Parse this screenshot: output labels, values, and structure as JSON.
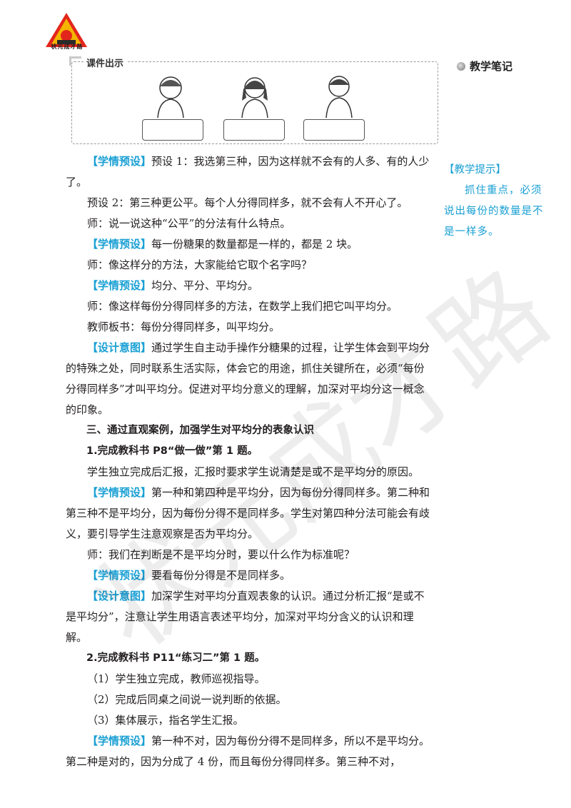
{
  "logo": {
    "text": "状元成才路"
  },
  "courseware": {
    "label": "课件出示"
  },
  "sidebar": {
    "notes_title": "教学笔记",
    "tip_title": "【教学提示】",
    "tip_body": "抓住重点，必须说出每份的数量是不是一样多。"
  },
  "watermark": "状元成才路",
  "paragraphs": [
    {
      "tag": "【学情预设】",
      "text": "预设 1：我选第三种，因为这样就不会有的人多、有的人少了。"
    },
    {
      "tag": "",
      "text": "预设 2：第三种更公平。每个人分得同样多，就不会有人不开心了。"
    },
    {
      "tag": "",
      "text": "师：说一说这种“公平”的分法有什么特点。"
    },
    {
      "tag": "【学情预设】",
      "text": "每一份糖果的数量都是一样的，都是 2 块。"
    },
    {
      "tag": "",
      "text": "师：像这样分的方法，大家能给它取个名字吗？"
    },
    {
      "tag": "【学情预设】",
      "text": "均分、平分、平均分。"
    },
    {
      "tag": "",
      "text": "师：像这样每份分得同样多的方法，在数学上我们把它叫平均分。"
    },
    {
      "tag": "",
      "text": "教师板书：每份分得同样多，叫平均分。"
    },
    {
      "tag": "【设计意图】",
      "text": "通过学生自主动手操作分糖果的过程，让学生体会到平均分的特殊之处，同时联系生活实际，体会它的用途，抓住关键所在，必须“每份分得同样多”才叫平均分。促进对平均分意义的理解，加深对平均分这一概念的印象。"
    },
    {
      "heading": "三、通过直观案例，加强学生对平均分的表象认识"
    },
    {
      "heading": "1.完成教科书 P8“做一做”第 1 题。"
    },
    {
      "tag": "",
      "text": "学生独立完成后汇报，汇报时要求学生说清楚是或不是平均分的原因。"
    },
    {
      "tag": "【学情预设】",
      "text": "第一种和第四种是平均分，因为每份分得同样多。第二种和第三种不是平均分，因为每份分得不是同样多。学生对第四种分法可能会有歧义，要引导学生注意观察是否为平均分。"
    },
    {
      "tag": "",
      "text": "师：我们在判断是不是平均分时，要以什么作为标准呢？"
    },
    {
      "tag": "【学情预设】",
      "text": "要看每份分得是不是同样多。"
    },
    {
      "tag": "【设计意图】",
      "text": "加深学生对平均分直观表象的认识。通过分析汇报“是或不是平均分”，注意让学生用语言表述平均分，加深对平均分含义的认识和理解。"
    },
    {
      "heading": "2.完成教科书 P11“练习二”第 1 题。"
    },
    {
      "tag": "",
      "text": "（1）学生独立完成，教师巡视指导。"
    },
    {
      "tag": "",
      "text": "（2）完成后同桌之间说一说判断的依据。"
    },
    {
      "tag": "",
      "text": "（3）集体展示，指名学生汇报。"
    },
    {
      "tag": "【学情预设】",
      "text": "第一种不对，因为每份分得不是同样多，所以不是平均分。第二种是对的，因为分成了 4 份，而且每份分得同样多。第三种不对，"
    }
  ]
}
